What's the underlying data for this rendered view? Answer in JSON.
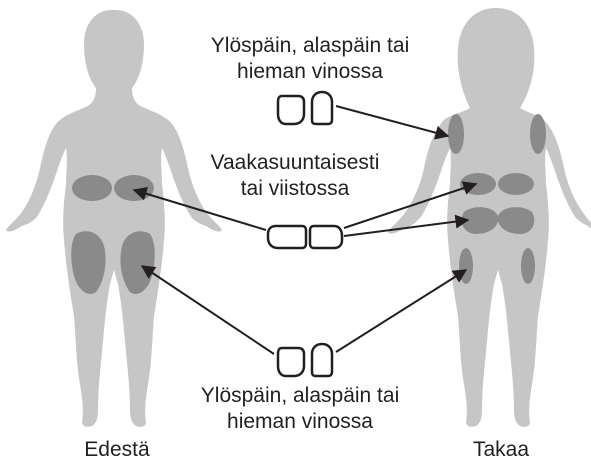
{
  "labels": {
    "orientation_top_line1": "Ylöspäin, alaspäin tai",
    "orientation_top_line2": "hieman vinossa",
    "orientation_mid_line1": "Vaakasuuntaisesti",
    "orientation_mid_line2": "tai viistossa",
    "orientation_bottom_line1": "Ylöspäin, alaspäin tai",
    "orientation_bottom_line2": "hieman vinossa"
  },
  "captions": {
    "front": "Edestä",
    "back": "Takaa"
  },
  "icons": {
    "vertical_pod_top": "pod-vertical-icon",
    "horizontal_pod": "pod-horizontal-icon",
    "vertical_pod_bottom": "pod-vertical-icon"
  },
  "colors": {
    "body_silhouette": "#c6c6c6",
    "site_area": "#8a8a8a",
    "text_and_lines": "#231f20"
  }
}
